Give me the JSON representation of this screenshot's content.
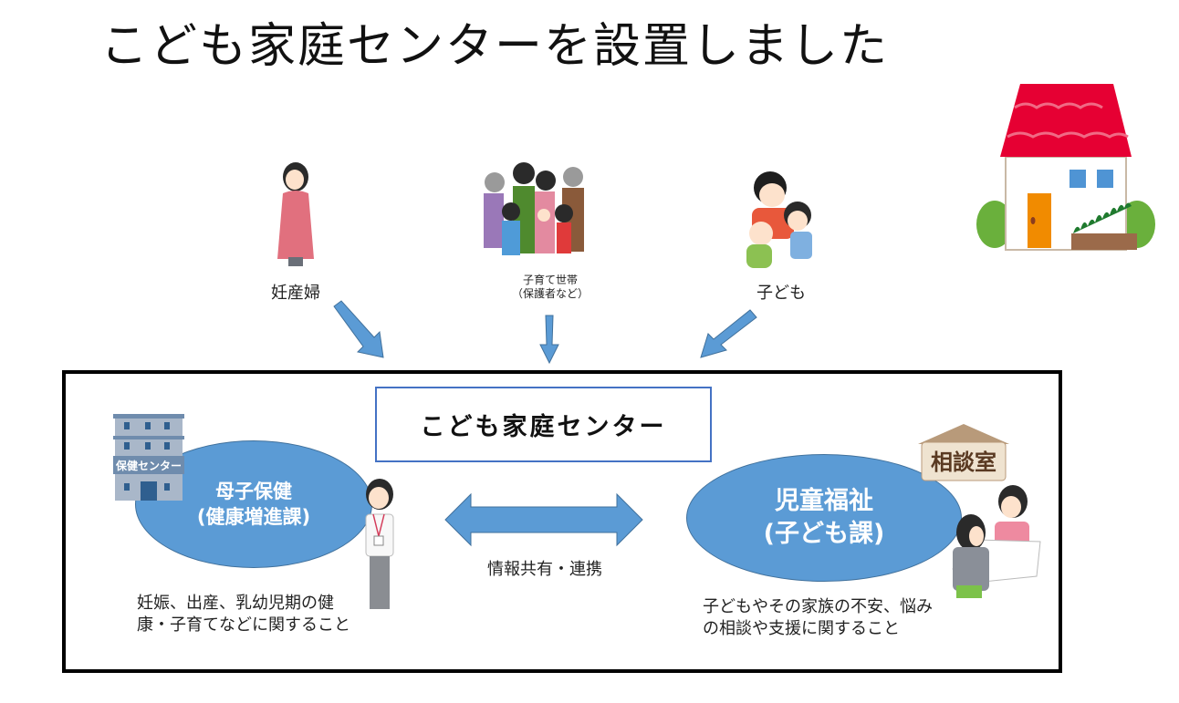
{
  "title": "こども家庭センターを設置しました",
  "sources": {
    "pregnant": {
      "label": "妊産婦"
    },
    "household": {
      "label_line1": "子育て世帯",
      "label_line2": "（保護者など）"
    },
    "children": {
      "label": "子ども"
    }
  },
  "center": {
    "title": "こども家庭センター",
    "left_unit": {
      "name": "母子保健",
      "department": "(健康増進課)",
      "building_sign": "保健センター",
      "description_line1": "妊娠、出産、乳幼児期の健",
      "description_line2": "康・子育てなどに関すること"
    },
    "right_unit": {
      "name": "児童福祉",
      "department": "(子ども課)",
      "room_sign": "相談室",
      "description_line1": "子どもやその家族の不安、悩み",
      "description_line2": "の相談や支援に関すること"
    },
    "link_label": "情報共有・連携"
  },
  "colors": {
    "accent_blue": "#5b9bd5",
    "box_border": "#4472c4",
    "roof_red": "#e60033"
  }
}
